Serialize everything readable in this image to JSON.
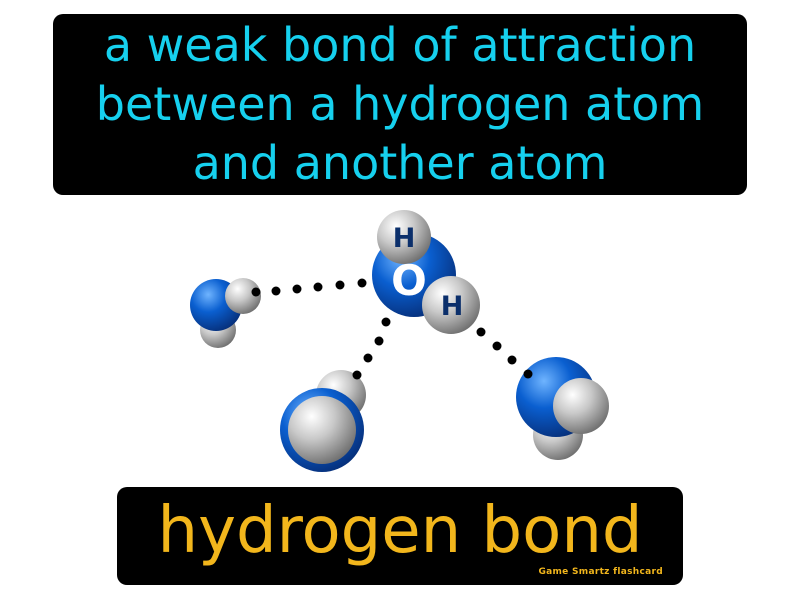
{
  "definition": {
    "line1": "a weak bond of attraction",
    "line2": "between a hydrogen atom",
    "line3": "and another atom"
  },
  "term": "hydrogen bond",
  "brand": "Game Smartz flashcard",
  "molecule_labels": {
    "oxygen": "O",
    "hydrogen_top": "H",
    "hydrogen_right": "H"
  },
  "colors": {
    "definition_text": "#16d0ee",
    "term_text": "#f2b61c",
    "box_background": "#000000",
    "oxygen_blue": "#0a5fd0",
    "hydrogen_gray": "#c8c8c8"
  }
}
